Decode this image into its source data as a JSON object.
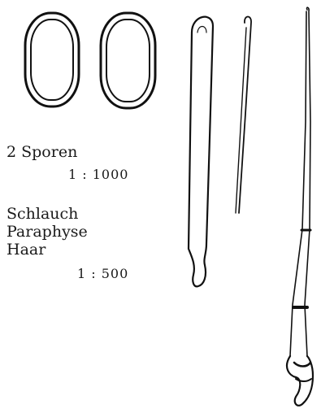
{
  "labels": {
    "spores": "2 Sporen",
    "scale_spores": "1 : 1000",
    "ascus": "Schlauch",
    "paraphysis": "Paraphyse",
    "hair": "Haar",
    "scale_others": "1 : 500"
  },
  "colors": {
    "ink": "#111111",
    "paper": "#ffffff"
  }
}
